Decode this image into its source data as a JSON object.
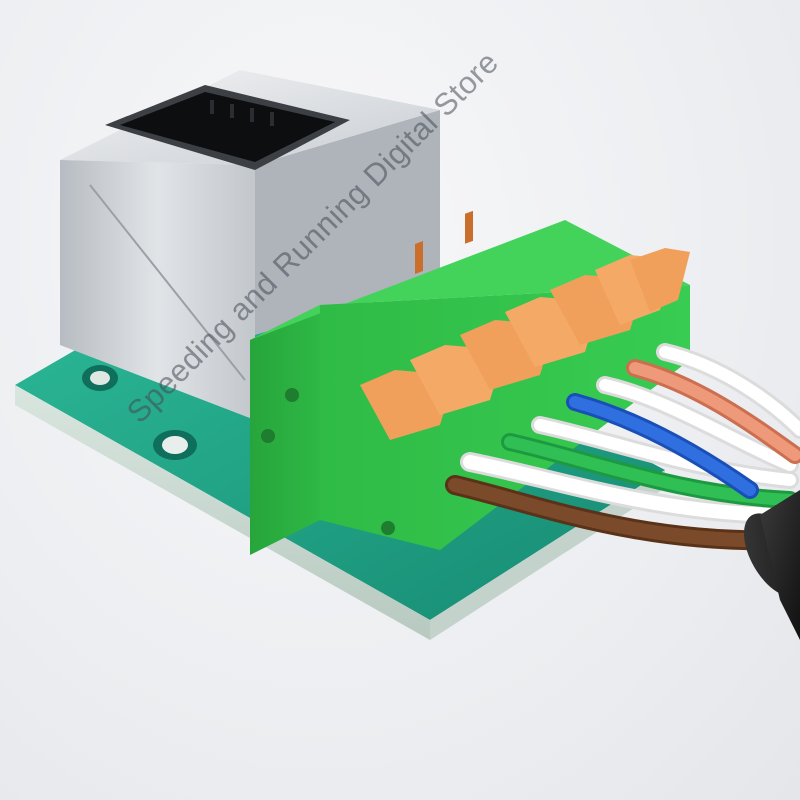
{
  "watermark": {
    "text": "Speeding and Running Digital Store"
  },
  "colors": {
    "pcb": "#1fa98a",
    "terminal_block": "#35c44d",
    "terminal_lever": "#f1a05c",
    "rj45_shell": "#c9ced3",
    "cable_jacket": "#2a2a2a"
  },
  "wires": [
    {
      "color": "#7a4a2a",
      "name": "brown"
    },
    {
      "color": "#ffffff",
      "name": "white"
    },
    {
      "color": "#2fbf55",
      "name": "green"
    },
    {
      "color": "#ffffff",
      "name": "white"
    },
    {
      "color": "#2f6fe0",
      "name": "blue"
    },
    {
      "color": "#ffffff",
      "name": "white"
    },
    {
      "color": "#ee9a7a",
      "name": "orange"
    },
    {
      "color": "#ffffff",
      "name": "white"
    }
  ]
}
